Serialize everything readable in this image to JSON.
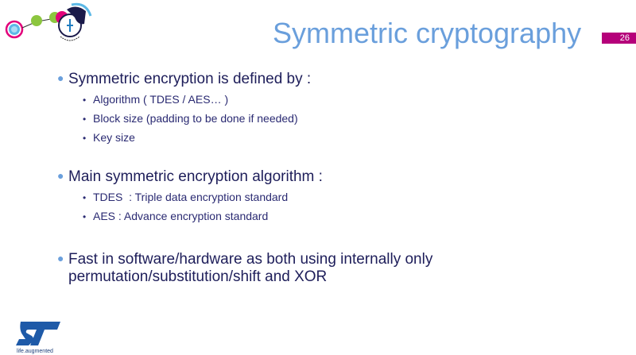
{
  "slide": {
    "title": "Symmetric cryptography",
    "page_number": "26",
    "accent_color": "#6a9fdc",
    "page_badge_color": "#b5007a",
    "bullets": [
      {
        "text": "Symmetric encryption is defined by :",
        "sub": [
          "Algorithm ( TDES / AES… )",
          "Block size (padding to be done if needed)",
          "Key size"
        ]
      },
      {
        "text": "Main symmetric encryption algorithm :",
        "sub": [
          "TDES  : Triple data encryption standard",
          "AES : Advance encryption standard"
        ]
      },
      {
        "text": "Fast in software/hardware as both using internally only",
        "continuation": "permutation/substitution/shift and XOR"
      }
    ]
  },
  "footer": {
    "logo_tagline": "life.augmented"
  }
}
